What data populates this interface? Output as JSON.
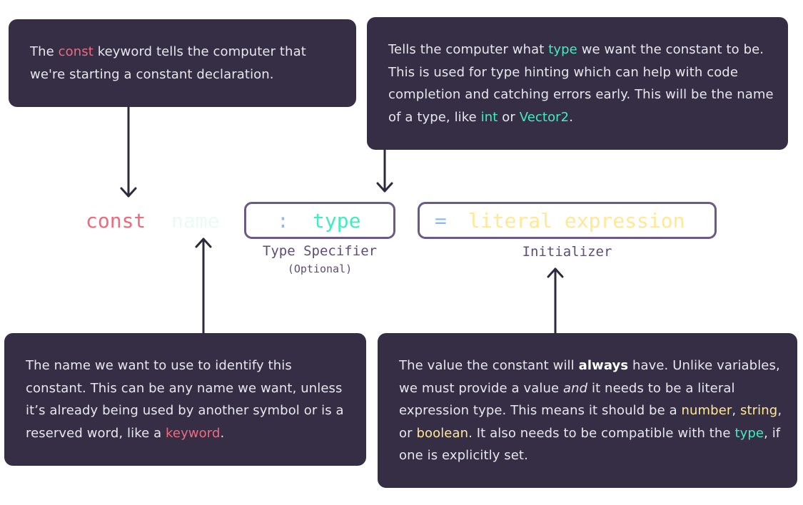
{
  "callouts": {
    "const": {
      "pre": "The ",
      "keyword": "const",
      "post": " keyword tells the computer that we're starting a constant declaration."
    },
    "type": {
      "p1": "Tells the computer what ",
      "type_word": "type",
      "p2": " we want the constant to be. This is used for type hinting which can help with code completion and catching errors early. This will be the name of a type, like ",
      "example1": "int",
      "or": " or ",
      "example2": "Vector2",
      "end": "."
    },
    "name": {
      "p1": "The name we want to use to identify this constant. This can be any name we want, unless it’s already being used by another symbol or is a reserved word, like a ",
      "keyword": "keyword",
      "end": "."
    },
    "initializer": {
      "p1": "The value the constant will ",
      "always": "always",
      "p2": " have. Unlike variables, we must provide a value ",
      "and": "and",
      "p3": " it needs to be a literal expression type. This means it should be a ",
      "number": "number",
      "comma1": ", ",
      "string": "string",
      "comma2": ", or ",
      "boolean": "boolean",
      "p4": ". It also needs to be compatible with the ",
      "type_word": "type",
      "p5": ", if one is explicitly set."
    }
  },
  "code": {
    "keyword": "const",
    "name": "name",
    "colon": ":",
    "type": "type",
    "equals": "=",
    "literal": "literal expression"
  },
  "labels": {
    "type_specifier": "Type Specifier",
    "optional": "(Optional)",
    "initializer": "Initializer"
  },
  "colors": {
    "callout_bg": "#352e45",
    "keyword": "#f06a7d",
    "type": "#42ecc1",
    "literal": "#ffe896",
    "punctuation": "#8fb8f0",
    "frame": "#6b5a88",
    "arrow": "#2e2a3d"
  }
}
